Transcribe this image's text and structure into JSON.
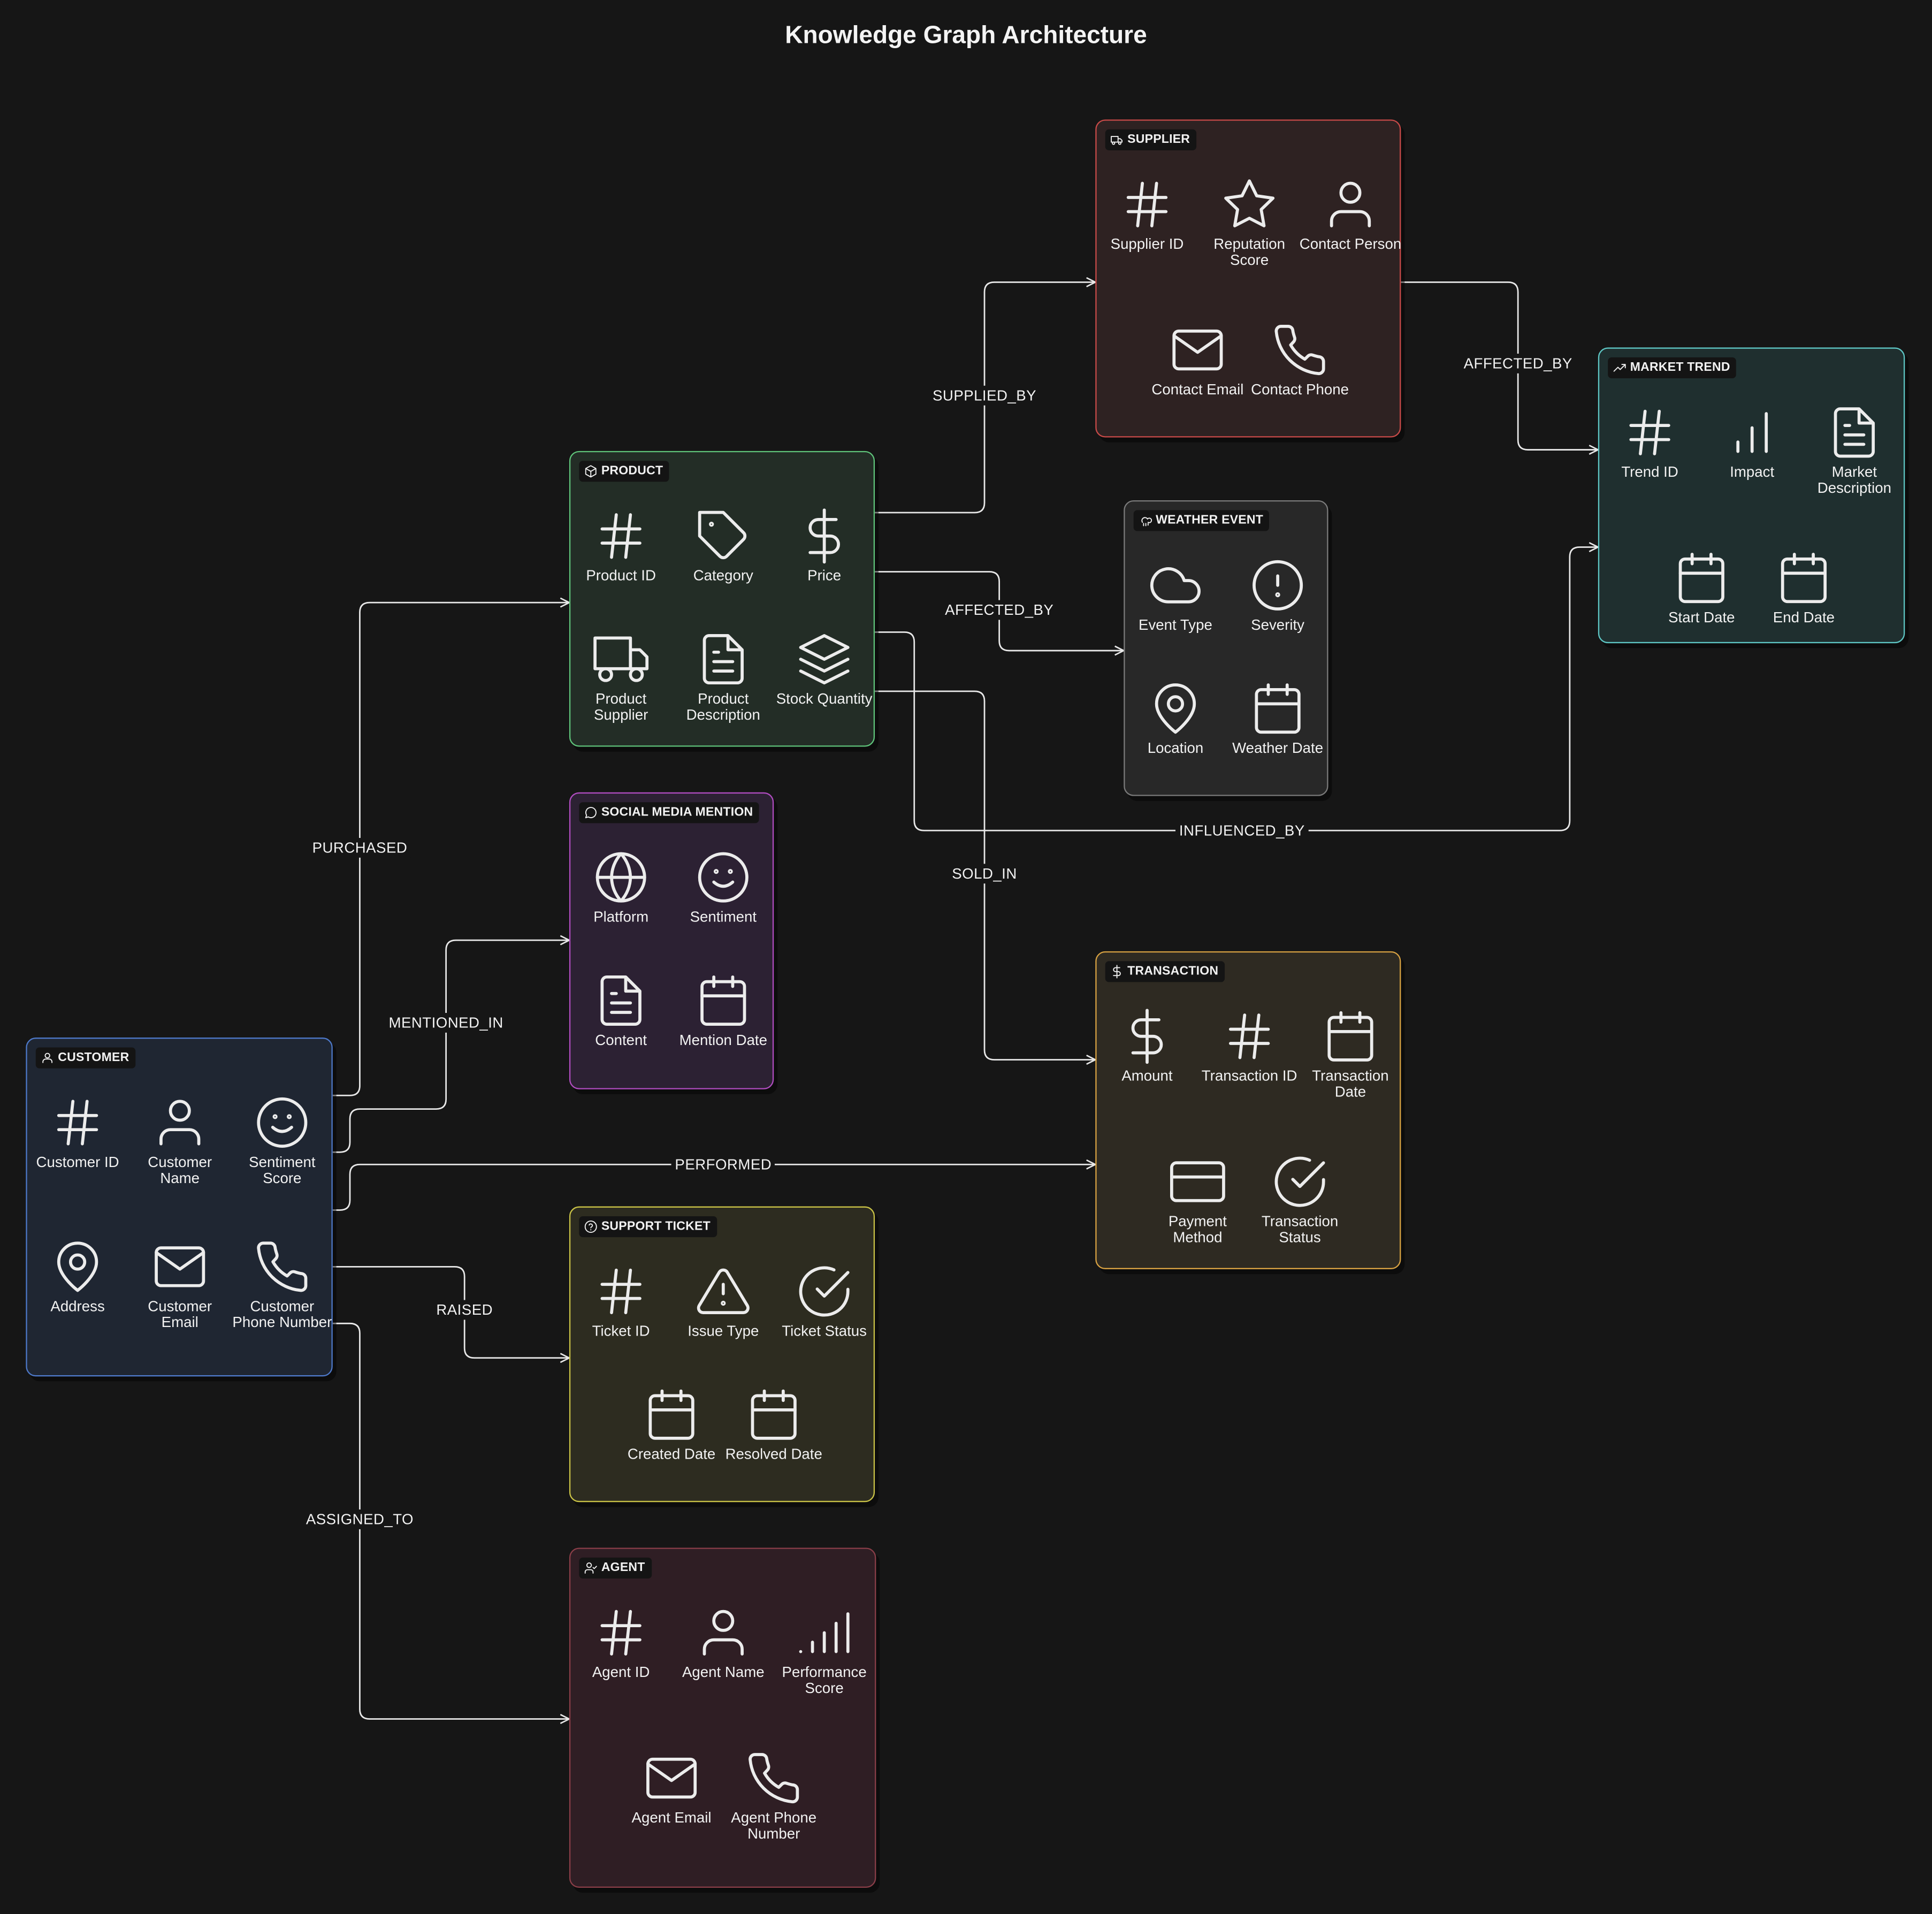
{
  "title": "Knowledge Graph Architecture",
  "entities": {
    "customer": {
      "label": "CUSTOMER",
      "color": "#4d78c8",
      "fill": "#1f2632",
      "attributes": [
        {
          "label": "Customer ID",
          "icon": "hash-icon"
        },
        {
          "label": "Customer Name",
          "icon": "user-icon"
        },
        {
          "label": "Sentiment Score",
          "icon": "smile-icon"
        },
        {
          "label": "Address",
          "icon": "map-pin-icon"
        },
        {
          "label": "Customer Email",
          "icon": "mail-icon"
        },
        {
          "label": "Customer Phone Number",
          "icon": "phone-icon"
        }
      ]
    },
    "product": {
      "label": "PRODUCT",
      "color": "#5fc47a",
      "fill": "#232d26",
      "attributes": [
        {
          "label": "Product ID",
          "icon": "hash-icon"
        },
        {
          "label": "Category",
          "icon": "tag-icon"
        },
        {
          "label": "Price",
          "icon": "dollar-icon"
        },
        {
          "label": "Product Supplier",
          "icon": "truck-icon"
        },
        {
          "label": "Product Description",
          "icon": "file-icon"
        },
        {
          "label": "Stock Quantity",
          "icon": "layers-icon"
        }
      ]
    },
    "supplier": {
      "label": "SUPPLIER",
      "color": "#c84a48",
      "fill": "#2e2222",
      "attributes": [
        {
          "label": "Supplier ID",
          "icon": "hash-icon"
        },
        {
          "label": "Reputation Score",
          "icon": "star-icon"
        },
        {
          "label": "Contact Person",
          "icon": "user-icon"
        },
        {
          "label": "Contact Email",
          "icon": "mail-icon"
        },
        {
          "label": "Contact Phone",
          "icon": "phone-icon"
        }
      ]
    },
    "weather_event": {
      "label": "WEATHER EVENT",
      "color": "#7a7a7a",
      "fill": "#282828",
      "attributes": [
        {
          "label": "Event Type",
          "icon": "cloud-icon"
        },
        {
          "label": "Severity",
          "icon": "alert-circle-icon"
        },
        {
          "label": "Location",
          "icon": "map-pin-icon"
        },
        {
          "label": "Weather Date",
          "icon": "calendar-icon"
        }
      ]
    },
    "market_trend": {
      "label": "MARKET TREND",
      "color": "#5ec6c4",
      "fill": "#1f2f2f",
      "attributes": [
        {
          "label": "Trend ID",
          "icon": "hash-icon"
        },
        {
          "label": "Impact",
          "icon": "bar-chart-icon"
        },
        {
          "label": "Market Description",
          "icon": "file-icon"
        },
        {
          "label": "Start Date",
          "icon": "calendar-icon"
        },
        {
          "label": "End Date",
          "icon": "calendar-icon"
        }
      ]
    },
    "social_media_mention": {
      "label": "SOCIAL MEDIA MENTION",
      "color": "#b04cc0",
      "fill": "#2c2133",
      "attributes": [
        {
          "label": "Platform",
          "icon": "globe-icon"
        },
        {
          "label": "Sentiment",
          "icon": "smile-icon"
        },
        {
          "label": "Content",
          "icon": "file-icon"
        },
        {
          "label": "Mention Date",
          "icon": "calendar-icon"
        }
      ]
    },
    "transaction": {
      "label": "TRANSACTION",
      "color": "#d7a142",
      "fill": "#2e2a22",
      "attributes": [
        {
          "label": "Amount",
          "icon": "dollar-icon"
        },
        {
          "label": "Transaction ID",
          "icon": "hash-icon"
        },
        {
          "label": "Transaction Date",
          "icon": "calendar-icon"
        },
        {
          "label": "Payment Method",
          "icon": "credit-card-icon"
        },
        {
          "label": "Transaction Status",
          "icon": "check-circle-icon"
        }
      ]
    },
    "support_ticket": {
      "label": "SUPPORT TICKET",
      "color": "#c9c246",
      "fill": "#2d2c20",
      "attributes": [
        {
          "label": "Ticket ID",
          "icon": "hash-icon"
        },
        {
          "label": "Issue Type",
          "icon": "alert-triangle-icon"
        },
        {
          "label": "Ticket Status",
          "icon": "check-circle-icon"
        },
        {
          "label": "Created Date",
          "icon": "calendar-icon"
        },
        {
          "label": "Resolved Date",
          "icon": "calendar-icon"
        }
      ]
    },
    "agent": {
      "label": "AGENT",
      "color": "#8a3e48",
      "fill": "#2f1e24",
      "attributes": [
        {
          "label": "Agent ID",
          "icon": "hash-icon"
        },
        {
          "label": "Agent Name",
          "icon": "user-icon"
        },
        {
          "label": "Performance Score",
          "icon": "signal-icon"
        },
        {
          "label": "Agent Email",
          "icon": "mail-icon"
        },
        {
          "label": "Agent Phone Number",
          "icon": "phone-icon"
        }
      ]
    }
  },
  "relationships": [
    {
      "label": "PURCHASED",
      "from": "CUSTOMER",
      "to": "PRODUCT"
    },
    {
      "label": "MENTIONED_IN",
      "from": "CUSTOMER",
      "to": "SOCIAL MEDIA MENTION"
    },
    {
      "label": "PERFORMED",
      "from": "CUSTOMER",
      "to": "TRANSACTION"
    },
    {
      "label": "RAISED",
      "from": "CUSTOMER",
      "to": "SUPPORT TICKET"
    },
    {
      "label": "ASSIGNED_TO",
      "from": "CUSTOMER",
      "to": "AGENT"
    },
    {
      "label": "SUPPLIED_BY",
      "from": "PRODUCT",
      "to": "SUPPLIER"
    },
    {
      "label": "AFFECTED_BY",
      "from": "PRODUCT",
      "to": "WEATHER EVENT"
    },
    {
      "label": "SOLD_IN",
      "from": "PRODUCT",
      "to": "TRANSACTION"
    },
    {
      "label": "INFLUENCED_BY",
      "from": "PRODUCT",
      "to": "MARKET TREND"
    },
    {
      "label": "AFFECTED_BY",
      "from": "SUPPLIER",
      "to": "MARKET TREND"
    }
  ]
}
